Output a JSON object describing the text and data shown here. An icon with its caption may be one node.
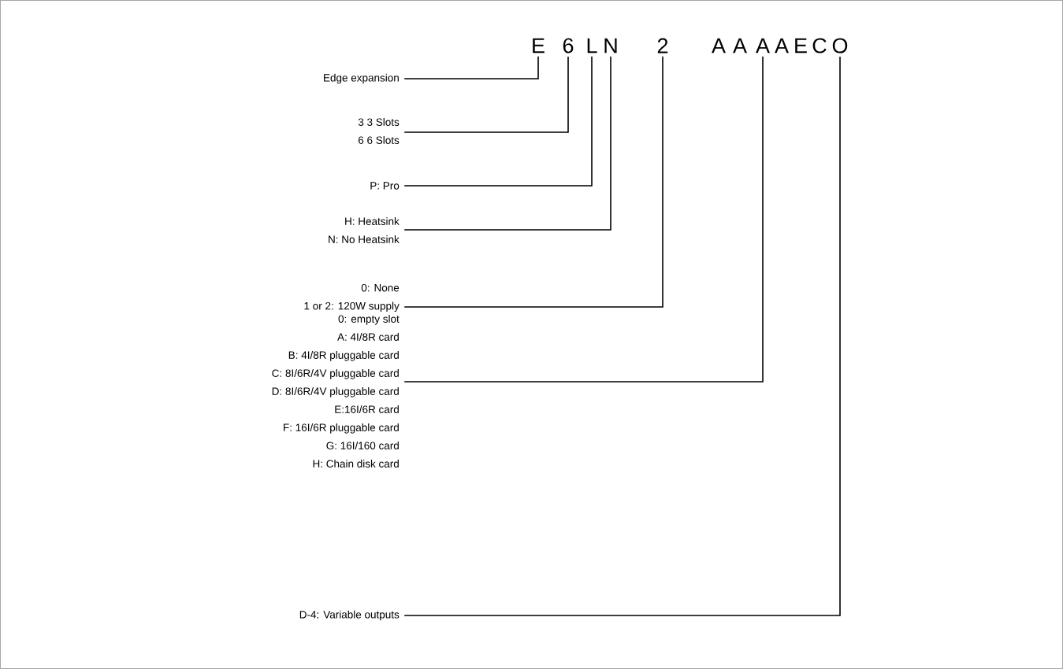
{
  "diagram": {
    "nodes": [
      {
        "text": [
          "E"
        ]
      },
      {
        "text": [
          "6"
        ]
      },
      {
        "text": [
          "L"
        ]
      },
      {
        "text": [
          "N"
        ]
      },
      {
        "text": [
          "2"
        ]
      },
      {
        "text": [
          "A"
        ]
      },
      {
        "text": [
          "A"
        ]
      },
      {
        "text": [
          "A"
        ]
      },
      {
        "text": [
          "A"
        ]
      },
      {
        "text": [
          "E"
        ]
      },
      {
        "text": [
          "C"
        ]
      },
      {
        "text": [
          "O"
        ]
      },
      {
        "text": [
          "Edge expansion"
        ]
      },
      {
        "text": [
          "3 3 Slots",
          "6 6 Slots"
        ]
      },
      {
        "text": [
          "P: Pro"
        ]
      },
      {
        "text": [
          "H: Heatsink",
          "N: No Heatsink"
        ]
      },
      {
        "text": [
          "0: None",
          "1 or 2: 120W supply"
        ]
      },
      {
        "text": [
          "0: empty slot",
          "A: 4I/8R card",
          "B: 4I/8R pluggable card",
          "C: 8I/6R/4V pluggable card",
          "D: 8I/6R/4V pluggable card",
          "E:16I/6R card",
          "F: 16I/6R pluggable card",
          "G: 16I/160 card",
          "H: Chain disk card"
        ]
      },
      {
        "text": [
          "D-4: Variable outputs"
        ]
      }
    ],
    "edges": [
      {
        "from": 12,
        "to": 0,
        "arrow": "none"
      },
      {
        "from": 13,
        "to": 1,
        "arrow": "none"
      },
      {
        "from": 14,
        "to": 2,
        "arrow": "none"
      },
      {
        "from": 15,
        "to": 3,
        "arrow": "none"
      },
      {
        "from": 16,
        "to": 4,
        "arrow": "none"
      },
      {
        "from": 17,
        "to": 7,
        "arrow": "none"
      },
      {
        "from": 18,
        "to": 11,
        "arrow": "none"
      }
    ]
  }
}
